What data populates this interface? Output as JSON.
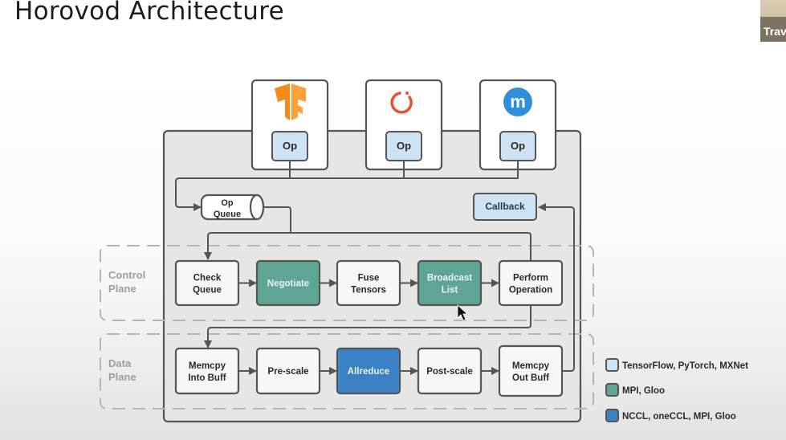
{
  "slide": {
    "title": "Horovod Architecture",
    "video_thumbnail_label": "Trav"
  },
  "frameworks": [
    {
      "name": "TensorFlow",
      "icon": "tensorflow-logo-icon",
      "op_label": "Op",
      "color": "#f48a1c"
    },
    {
      "name": "PyTorch",
      "icon": "pytorch-logo-icon",
      "op_label": "Op",
      "color": "#e4542f"
    },
    {
      "name": "MXNet",
      "icon": "mxnet-logo-icon",
      "op_label": "Op",
      "color": "#2f8fd8",
      "glyph": "m"
    }
  ],
  "queue": {
    "line1": "Op",
    "line2": "Queue"
  },
  "callback": {
    "label": "Callback"
  },
  "control_plane": {
    "label_line1": "Control",
    "label_line2": "Plane",
    "steps": [
      {
        "line1": "Check",
        "line2": "Queue",
        "kind": "plain"
      },
      {
        "line1": "Negotiate",
        "line2": "",
        "kind": "mpi"
      },
      {
        "line1": "Fuse",
        "line2": "Tensors",
        "kind": "plain"
      },
      {
        "line1": "Broadcast",
        "line2": "List",
        "kind": "mpi"
      },
      {
        "line1": "Perform",
        "line2": "Operation",
        "kind": "plain"
      }
    ]
  },
  "data_plane": {
    "label_line1": "Data",
    "label_line2": "Plane",
    "steps": [
      {
        "line1": "Memcpy",
        "line2": "Into Buff",
        "kind": "plain"
      },
      {
        "line1": "Pre-scale",
        "line2": "",
        "kind": "plain"
      },
      {
        "line1": "Allreduce",
        "line2": "",
        "kind": "nccl"
      },
      {
        "line1": "Post-scale",
        "line2": "",
        "kind": "plain"
      },
      {
        "line1": "Memcpy",
        "line2": "Out Buff",
        "kind": "plain"
      }
    ]
  },
  "legend": [
    {
      "label": "TensorFlow, PyTorch, MXNet",
      "color": "#cde3f3"
    },
    {
      "label": "MPI, Gloo",
      "color": "#5fa596"
    },
    {
      "label": "NCCL, oneCCL, MPI, Gloo",
      "color": "#3a82c4"
    }
  ],
  "colors": {
    "framework_fill": "#cde3f3",
    "mpi_fill": "#5fa596",
    "nccl_fill": "#3a82c4",
    "plain_fill": "#f7f7f7",
    "stroke": "#555555",
    "outer_fill": "#e6e6e6"
  }
}
